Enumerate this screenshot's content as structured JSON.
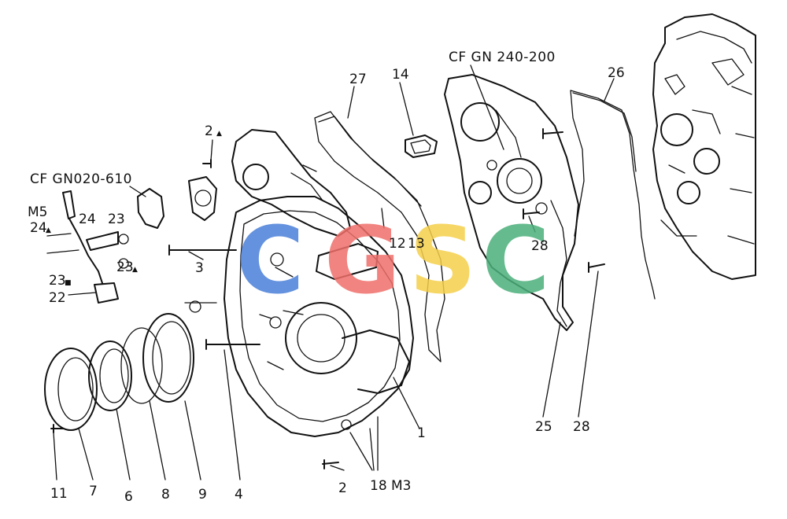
{
  "references": {
    "top_right": "CF GN 240-200",
    "left": "CF GN020-610"
  },
  "labels": {
    "p1": "1",
    "p2_top": "2",
    "p2_top_sub": "▲",
    "p2_bottom": "2",
    "p3": "3",
    "p4": "4",
    "p6": "6",
    "p7": "7",
    "p8": "8",
    "p9": "9",
    "p11": "11",
    "p12": "12",
    "p13": "13",
    "p14": "14",
    "p18": "18",
    "m3": "M3",
    "p22": "22",
    "p23": "23",
    "p23a": "23",
    "p23a_sub": "▲",
    "p23b": "23",
    "p23b_sub": "■",
    "p24": "24",
    "p24a": "24",
    "p24a_sub": "▲",
    "m5": "M5",
    "p25": "25",
    "p26": "26",
    "p27": "27",
    "p28_upper": "28",
    "p28_lower": "28"
  },
  "watermark": {
    "letters": [
      "C",
      "G",
      "S",
      "C"
    ],
    "colors": [
      "#4a7fd9",
      "#ef6f6a",
      "#f5cf4a",
      "#4bb07a"
    ]
  }
}
